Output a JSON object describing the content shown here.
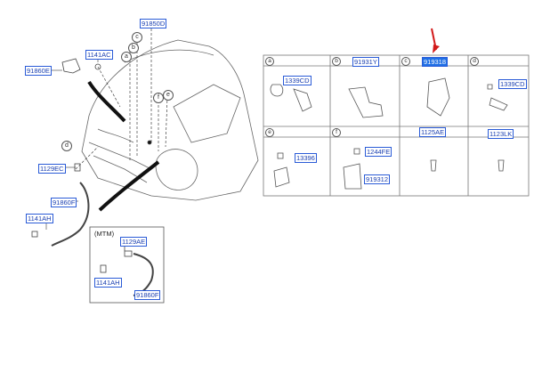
{
  "labels": {
    "wire_main": "91850D",
    "bolt_top": "1141AC",
    "wire_left": "91860E",
    "bolt_mid": "1129EC",
    "wire_lower": "91860F",
    "bolt_lower": "1141AH",
    "mtm": "(MTM)",
    "mtm_bolt1": "1129AE",
    "mtm_bolt2": "1141AH",
    "mtm_wire": "91860F"
  },
  "callouts": [
    "a",
    "b",
    "c",
    "d",
    "e",
    "f"
  ],
  "table": {
    "cells": [
      {
        "letter": "a",
        "part": "1339CD"
      },
      {
        "letter": "b",
        "part": "91931Y"
      },
      {
        "letter": "c",
        "part": "919318",
        "selected": true
      },
      {
        "letter": "d",
        "part": "1339CD"
      },
      {
        "letter": "e",
        "part": "13396"
      },
      {
        "letter": "f",
        "part1": "1244FE",
        "part2": "919312"
      },
      {
        "part": "1125AE"
      },
      {
        "part": "1123LK"
      }
    ]
  },
  "colors": {
    "label_blue": "#2a5bd7",
    "highlight": "#1f6fe5",
    "arrow": "#d21a1a"
  }
}
